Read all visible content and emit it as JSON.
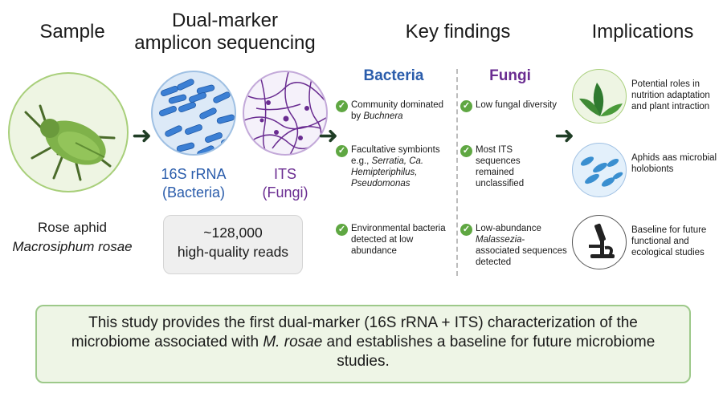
{
  "headers": {
    "sample": "Sample",
    "sequencing_line1": "Dual-marker",
    "sequencing_line2": "amplicon sequencing",
    "findings": "Key findings",
    "implications": "Implications"
  },
  "sample": {
    "name_line1": "Rose aphid",
    "name_line2": "Macrosiphum rosae"
  },
  "markers": {
    "bacteria_marker": "16S rRNA",
    "bacteria_label": "(Bacteria)",
    "fungi_marker": "ITS",
    "fungi_label": "(Fungi)"
  },
  "reads": {
    "line1": "~128,000",
    "line2": "high-quality reads"
  },
  "findings": {
    "bacteria_title": "Bacteria",
    "fungi_title": "Fungi",
    "bacteria": [
      {
        "pre": "Community dominated by ",
        "em": "Buchnera",
        "post": ""
      },
      {
        "pre": "Facultative symbionts e.g., ",
        "em": "Serratia, Ca. Hemipteriphilus, Pseudomonas",
        "post": ""
      },
      {
        "pre": "Environmental bacteria detected at low abundance",
        "em": "",
        "post": ""
      }
    ],
    "fungi": [
      {
        "pre": "Low fungal diversity",
        "em": "",
        "post": ""
      },
      {
        "pre": "Most ITS sequences remained unclassified",
        "em": "",
        "post": ""
      },
      {
        "pre": "Low-abundance ",
        "em": "Malassezia",
        "post": "-associated sequences detected"
      }
    ]
  },
  "implications": [
    {
      "icon": "leaf-icon",
      "text": "Potential roles in nutrition adaptation and plant intraction"
    },
    {
      "icon": "aphid-cluster-icon",
      "text": "Aphids aas microbial holobionts"
    },
    {
      "icon": "microscope-icon",
      "text": "Baseline for future functional and ecological studies"
    }
  ],
  "conclusion": {
    "pre": "This study provides the first dual-marker (16S rRNA + ITS) characterization of the microbiome associated with ",
    "em": "M. rosae",
    "post": " and establishes a baseline for future microbiome studies."
  },
  "colors": {
    "bacteria_blue": "#2a5cab",
    "fungi_purple": "#6a2c91",
    "check_green": "#5fa742",
    "arrow_dark_green": "#1f3d25"
  }
}
